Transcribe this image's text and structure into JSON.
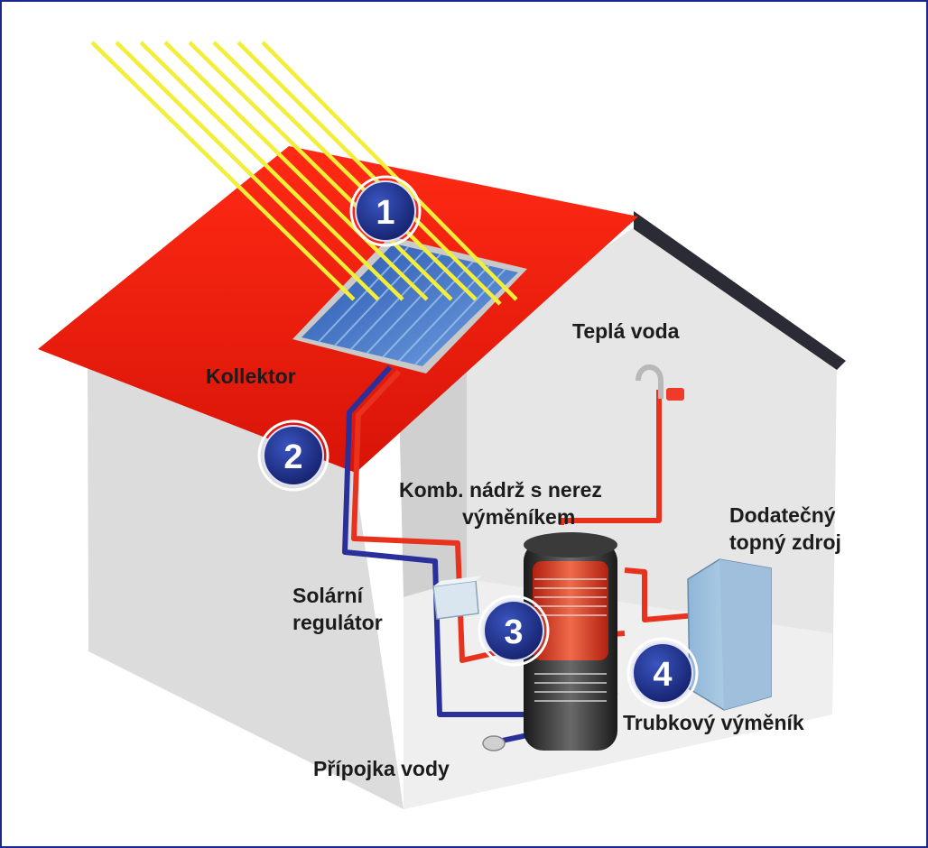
{
  "labels": {
    "kolektor": "Kollektor",
    "tepla_voda": "Teplá voda",
    "nadrz_line1": "Komb. nádrž s nerez",
    "nadrz_line2": "výměníkem",
    "dodatecny_line1": "Dodatečný",
    "dodatecny_line2": "topný zdroj",
    "regulator_line1": "Solární",
    "regulator_line2": "regulátor",
    "trubkovy": "Trubkový výměník",
    "pripojka": "Přípojka vody"
  },
  "badges": {
    "b1": "1",
    "b2": "2",
    "b3": "3",
    "b4": "4"
  },
  "colors": {
    "roof": "#f01c0c",
    "wall": "#e3e3e3",
    "sun_rays": "#f2ee3a",
    "hot_pipe": "#e8321e",
    "cold_pipe": "#2a2f9a",
    "badge": "#1e2f8c",
    "frame": "#1a2a8c"
  }
}
